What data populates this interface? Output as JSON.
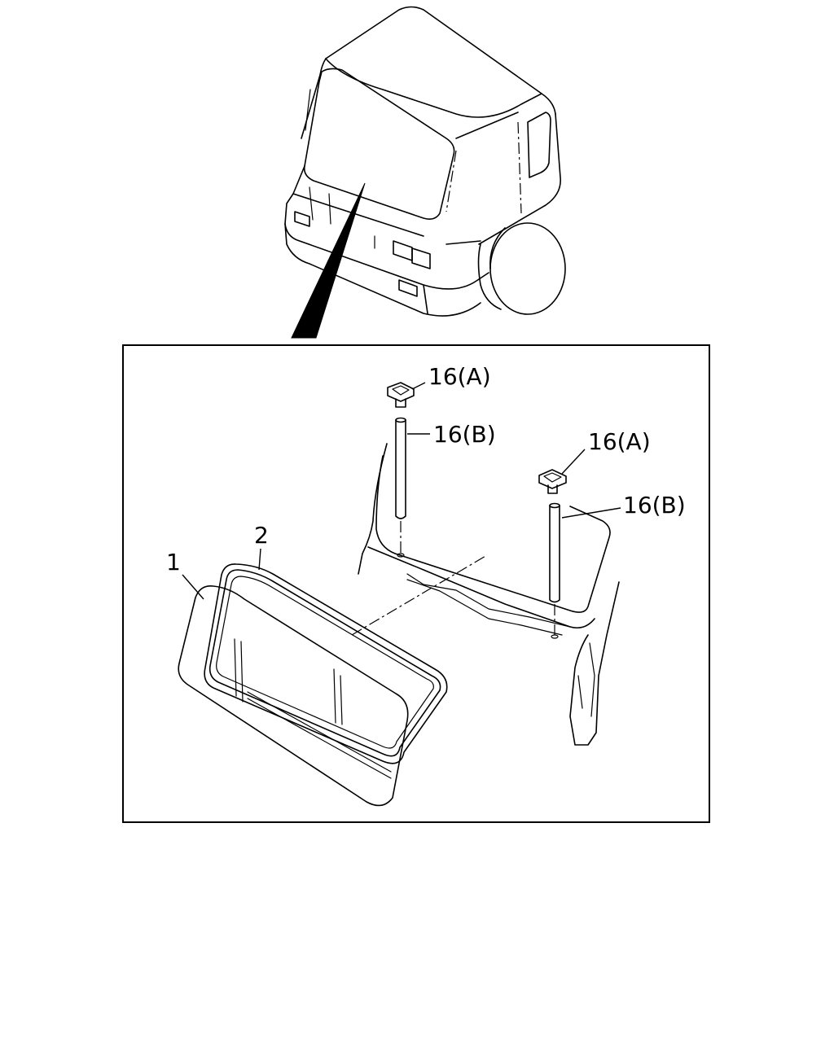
{
  "callouts": {
    "part_1": "1",
    "part_2": "2",
    "part_16a_left": "16(A)",
    "part_16b_left": "16(B)",
    "part_16a_right": "16(A)",
    "part_16b_right": "16(B)"
  },
  "icons": {
    "truck": "truck-cab-icon",
    "windshield": "windshield-glass-icon",
    "weatherstrip": "weatherstrip-icon",
    "plug": "plug-icon",
    "rod": "rod-icon"
  }
}
